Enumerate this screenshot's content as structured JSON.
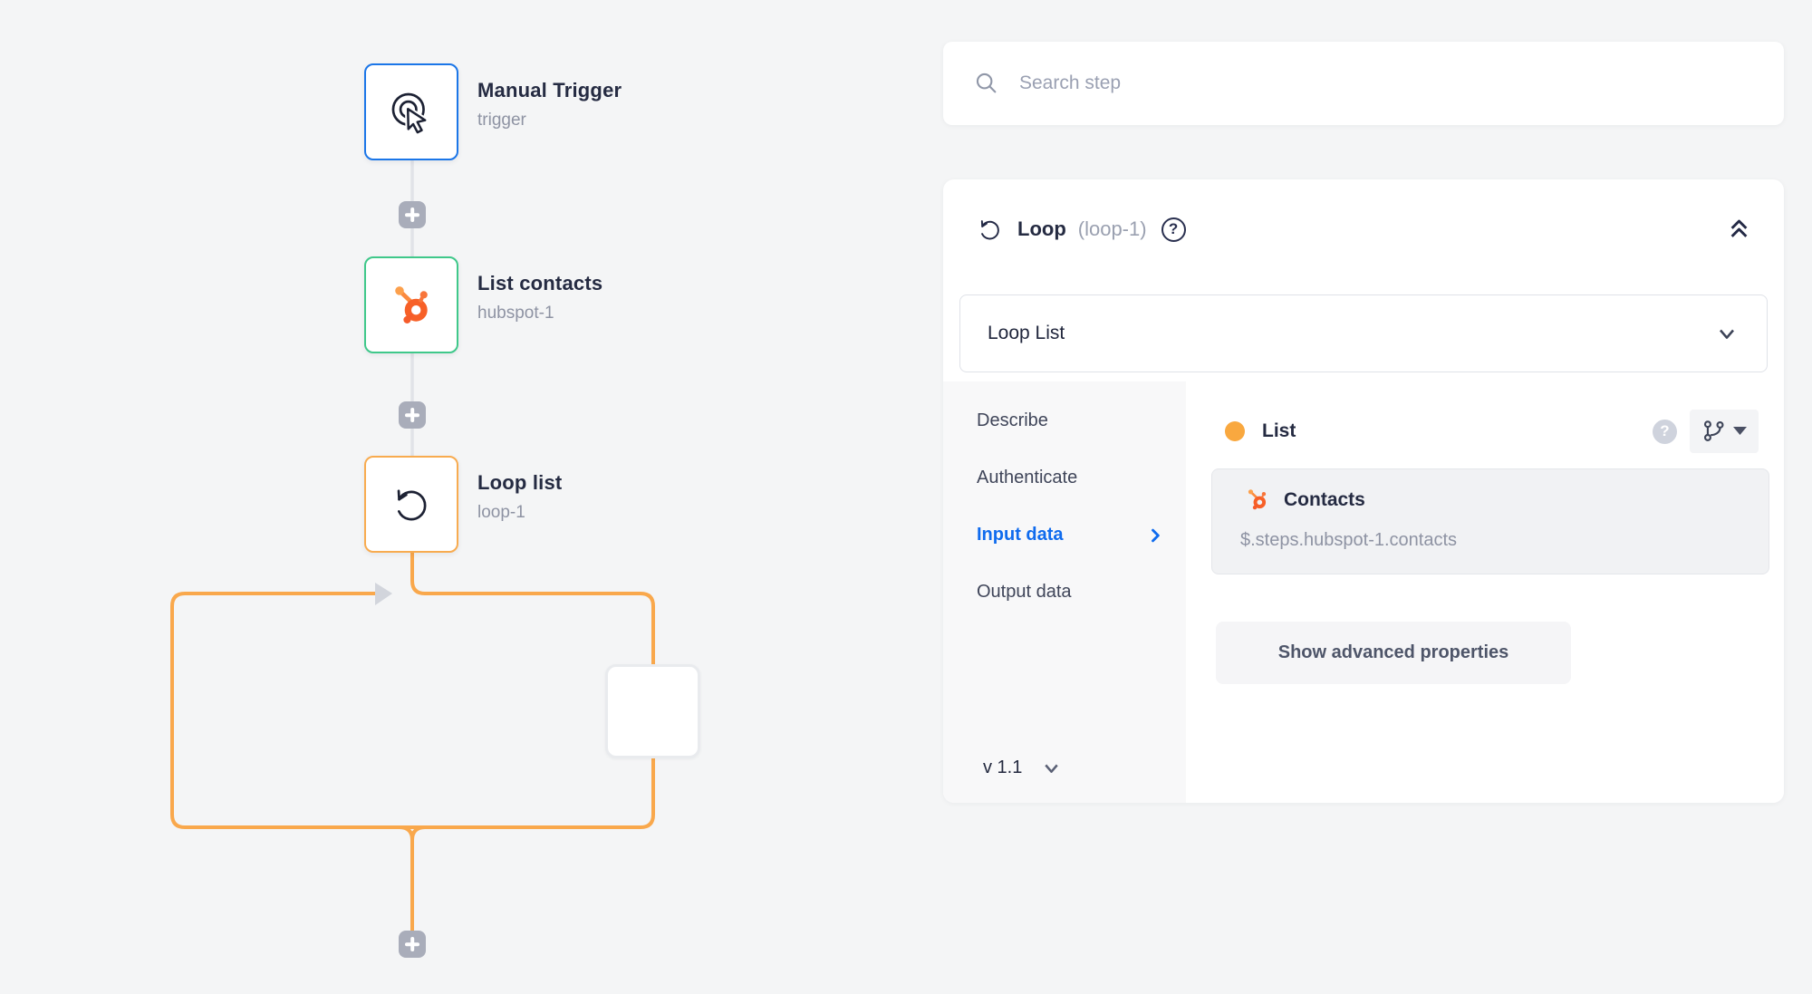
{
  "workflow": {
    "nodes": [
      {
        "title": "Manual Trigger",
        "subtitle": "trigger",
        "icon": "manual-trigger-icon",
        "border_color": "#1b76e8"
      },
      {
        "title": "List contacts",
        "subtitle": "hubspot-1",
        "icon": "hubspot-icon",
        "border_color": "#3fc88a"
      },
      {
        "title": "Loop list",
        "subtitle": "loop-1",
        "icon": "loop-icon",
        "border_color": "#f8ab4f"
      }
    ],
    "loop_wire_color": "#f9a84c",
    "connector_color": "#e1e3e8"
  },
  "search": {
    "placeholder": "Search step"
  },
  "panel": {
    "title": "Loop",
    "step_id": "(loop-1)",
    "help_glyph": "?",
    "operation": {
      "value": "Loop List"
    },
    "tabs": [
      {
        "label": "Describe"
      },
      {
        "label": "Authenticate"
      },
      {
        "label": "Input data"
      },
      {
        "label": "Output data"
      }
    ],
    "active_tab": "Input data",
    "version": "v 1.1",
    "input_data": {
      "field_label": "List",
      "field_status_color": "#f9a83f",
      "mapped_value": {
        "name": "Contacts",
        "path": "$.steps.hubspot-1.contacts"
      },
      "advanced_button_label": "Show advanced properties"
    },
    "accent_blue": "#0f6bee"
  }
}
